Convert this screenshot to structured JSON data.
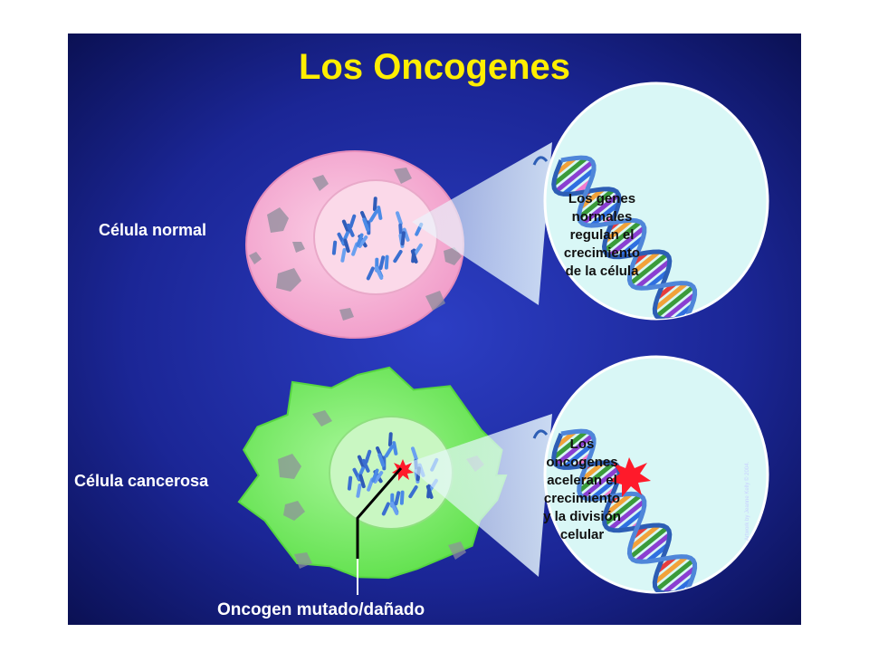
{
  "title": "Los Oncogenes",
  "labels": {
    "normal_cell": "Célula normal",
    "cancer_cell": "Célula cancerosa",
    "mutated_gene": "Oncogen mutado/dañado"
  },
  "normal_text": [
    "Los genes",
    "normales",
    "regulan el",
    "crecimiento",
    "de la célula"
  ],
  "oncogene_text": [
    "Los",
    "oncogenes",
    "aceleran el",
    "crecimiento",
    "y la división",
    "celular"
  ],
  "credit": "Artwork by Jeanne Kelly © 2004.",
  "colors": {
    "title": "#ffee00",
    "normal_cell": "#f4a9d2",
    "cancer_cell": "#7cf06a",
    "zoom_bubble": "#d9f7f6"
  }
}
